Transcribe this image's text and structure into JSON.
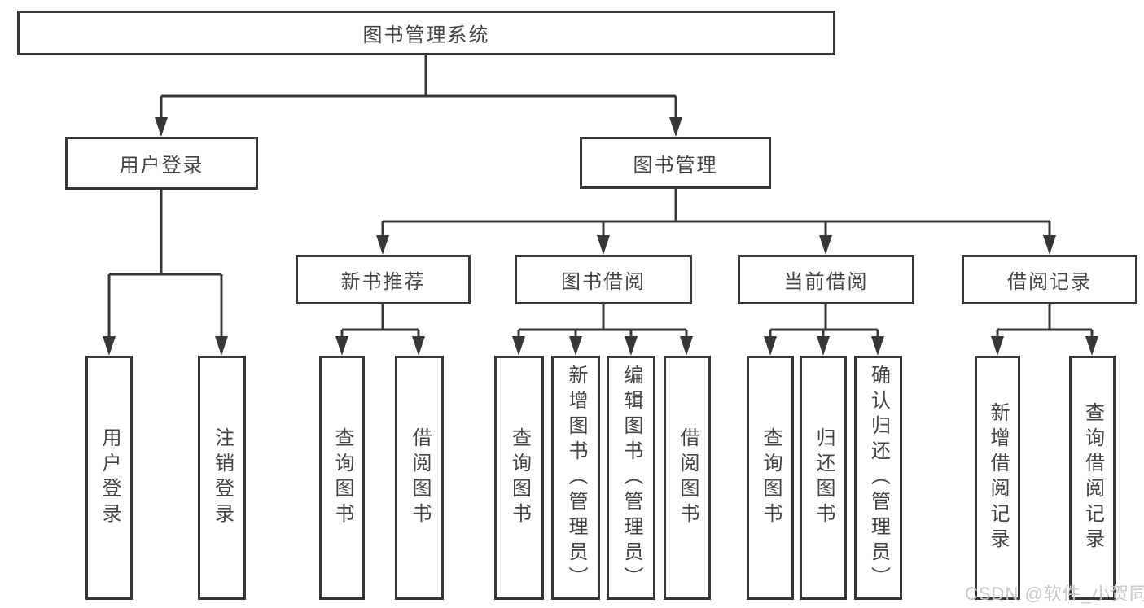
{
  "diagram": {
    "title": "图书管理系统",
    "branches": {
      "user_login": {
        "label": "用户登录",
        "children": {
          "c1": "用户登录",
          "c2": "注销登录"
        }
      },
      "book_mgmt": {
        "label": "图书管理",
        "sections": {
          "new_book": {
            "label": "新书推荐",
            "children": {
              "c1": "查询图书",
              "c2": "借阅图书"
            }
          },
          "book_borrow": {
            "label": "图书借阅",
            "children": {
              "c1": "查询图书",
              "c2": "新增图书（管理员）",
              "c3": "编辑图书（管理员）",
              "c4": "借阅图书"
            }
          },
          "current_borrow": {
            "label": "当前借阅",
            "children": {
              "c1": "查询图书",
              "c2": "归还图书",
              "c3": "确认归还（管理员）"
            }
          },
          "borrow_record": {
            "label": "借阅记录",
            "children": {
              "c1": "新增借阅记录",
              "c2": "查询借阅记录"
            }
          }
        }
      }
    },
    "watermark": "CSDN @软件_小贺同学",
    "colors": {
      "line": "#373737",
      "box_border": "#373737",
      "text": "#444444",
      "watermark": "#c8c8c8",
      "background": "#ffffff"
    }
  }
}
